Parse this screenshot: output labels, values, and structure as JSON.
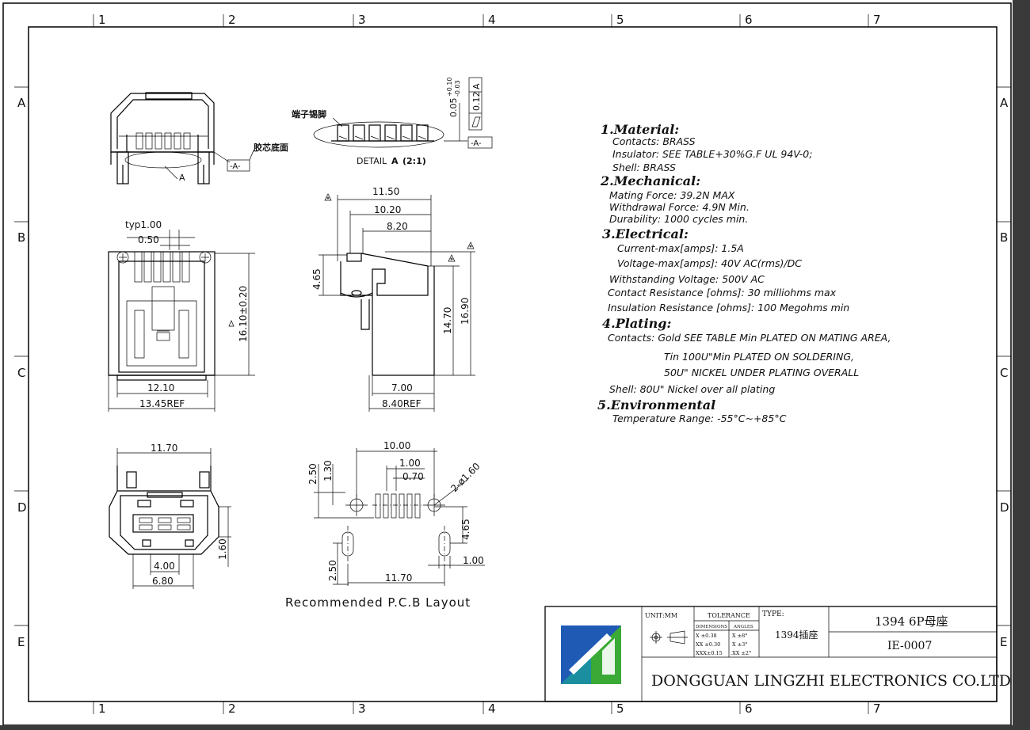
{
  "frame": {
    "col_markers": [
      "1",
      "2",
      "3",
      "4",
      "5",
      "6",
      "7"
    ],
    "row_markers": [
      "A",
      "B",
      "C",
      "D",
      "E"
    ]
  },
  "views": {
    "detail_label": "DETAIL",
    "detail_letter": "A",
    "detail_scale": "(2:1)",
    "callout_a": "A",
    "callout_terminal": "端子锡脚",
    "callout_base": "胶芯底面",
    "datum_box": "-A-",
    "gdt_flatness": "0.12",
    "gdt_datum": "A",
    "gdt_tol": "0.05",
    "gdt_tol_upper": "+0.10",
    "gdt_tol_lower": "-0.03",
    "pcb_caption": "Recommended P.C.B Layout"
  },
  "dimensions": {
    "typ": "typ1.00",
    "d050": "0.50",
    "d1610": "16.10±0.20",
    "d1210": "12.10",
    "d1345": "13.45REF",
    "d1150": "11.50",
    "d1020": "10.20",
    "d820": "8.20",
    "d465a": "4.65",
    "d1470": "14.70",
    "d1690": "16.90",
    "d700": "7.00",
    "d840": "8.40REF",
    "d1170a": "11.70",
    "d400": "4.00",
    "d680": "6.80",
    "d160": "1.60",
    "d1000": "10.00",
    "d100a": "1.00",
    "d070": "0.70",
    "d250a": "2.50",
    "d130": "1.30",
    "d2phi": "2-ø1.60",
    "d465b": "4.65",
    "d100b": "1.00",
    "d250b": "2.50",
    "d1170b": "11.70"
  },
  "specs": [
    {
      "kind": "h",
      "text": "1.Material:"
    },
    {
      "kind": "l",
      "text": "Contacts: BRASS"
    },
    {
      "kind": "l",
      "text": "Insulator: SEE TABLE+30%G.F UL 94V-0;"
    },
    {
      "kind": "l",
      "text": "Shell: BRASS"
    },
    {
      "kind": "h",
      "text": "2.Mechanical:"
    },
    {
      "kind": "l",
      "text": "Mating Force: 39.2N MAX"
    },
    {
      "kind": "l",
      "text": "Withdrawal Force: 4.9N Min."
    },
    {
      "kind": "l",
      "text": "Durability: 1000 cycles min."
    },
    {
      "kind": "h",
      "text": "3.Electrical:"
    },
    {
      "kind": "l",
      "text": "Current-max[amps]: 1.5A"
    },
    {
      "kind": "l",
      "text": "Voltage-max[amps]: 40V AC(rms)/DC"
    },
    {
      "kind": "l",
      "text": "Withstanding Voltage: 500V AC"
    },
    {
      "kind": "l",
      "text": "Contact Resistance [ohms]: 30 milliohms max"
    },
    {
      "kind": "l",
      "text": "Insulation Resistance [ohms]: 100 Megohms min"
    },
    {
      "kind": "h",
      "text": "4.Plating:"
    },
    {
      "kind": "l",
      "text": "Contacts: Gold SEE TABLE Min PLATED ON MATING AREA,"
    },
    {
      "kind": "l",
      "text": "Tin 100U\"Min PLATED ON SOLDERING,"
    },
    {
      "kind": "l",
      "text": "50U\" NICKEL UNDER PLATING OVERALL"
    },
    {
      "kind": "l",
      "text": "Shell: 80U\" Nickel over all plating"
    },
    {
      "kind": "h",
      "text": "5.Environmental"
    },
    {
      "kind": "l",
      "text": "Temperature Range: -55°C~+85°C"
    }
  ],
  "title_block": {
    "unit": "UNIT:MM",
    "tolerance": "TOLERANCE",
    "dimensions_hdr": "DIMENSIONS",
    "angles_hdr": "ANGLES",
    "tol_rows": [
      {
        "d": "X  ±0.38",
        "a": "X  ±8°"
      },
      {
        "d": "XX ±0.30",
        "a": "X  ±3°"
      },
      {
        "d": "XXX±0.15",
        "a": ".XX ±2°"
      }
    ],
    "type_label": "TYPE:",
    "type_value": "1394插座",
    "part_name": "1394 6P母座",
    "part_no": "IE-0007",
    "company": "DONGGUAN LINGZHI ELECTRONICS CO.LTD"
  },
  "colors": {
    "logo_blue": "#1f5bb5",
    "logo_green": "#3aa935",
    "logo_teal": "#1b8fa0"
  }
}
